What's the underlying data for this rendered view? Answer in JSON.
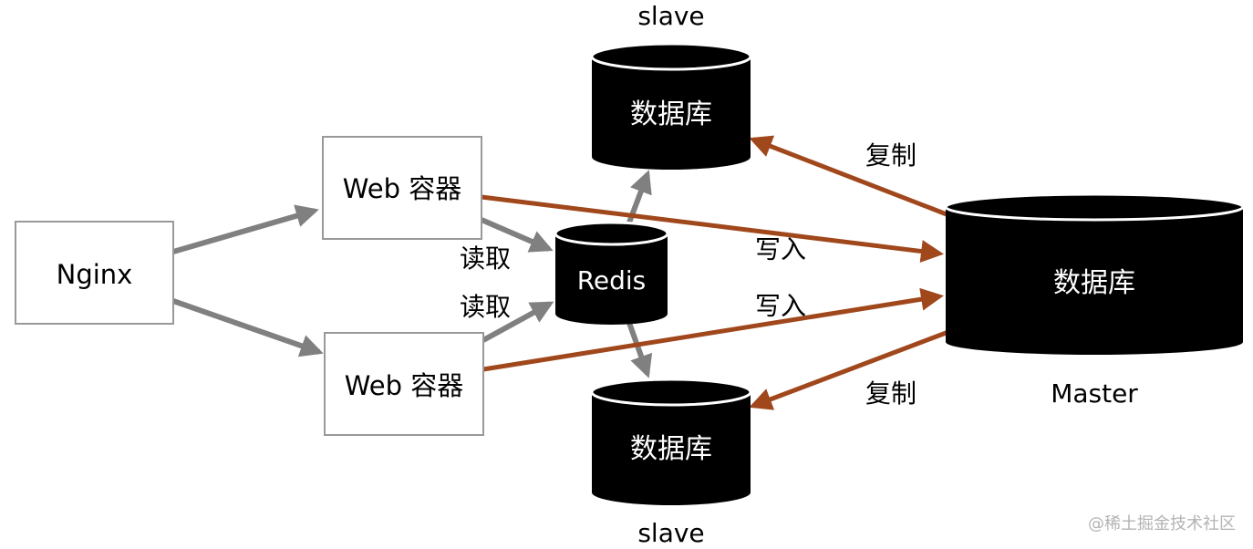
{
  "nodes": {
    "nginx": "Nginx",
    "web_top": "Web 容器",
    "web_bottom": "Web 容器",
    "redis": "Redis",
    "db_slave_top": "数据库",
    "db_slave_bottom": "数据库",
    "db_master": "数据库"
  },
  "labels": {
    "slave_top": "slave",
    "slave_bottom": "slave",
    "master": "Master",
    "read_top": "读取",
    "read_bottom": "读取",
    "write_top": "写入",
    "write_bottom": "写入",
    "replicate_top": "复制",
    "replicate_bottom": "复制"
  },
  "watermark": "@稀土掘金技术社区",
  "colors": {
    "gray_arrow": "#808080",
    "brown_arrow": "#A0471C",
    "db_fill": "#000000",
    "box_border": "#999999"
  }
}
